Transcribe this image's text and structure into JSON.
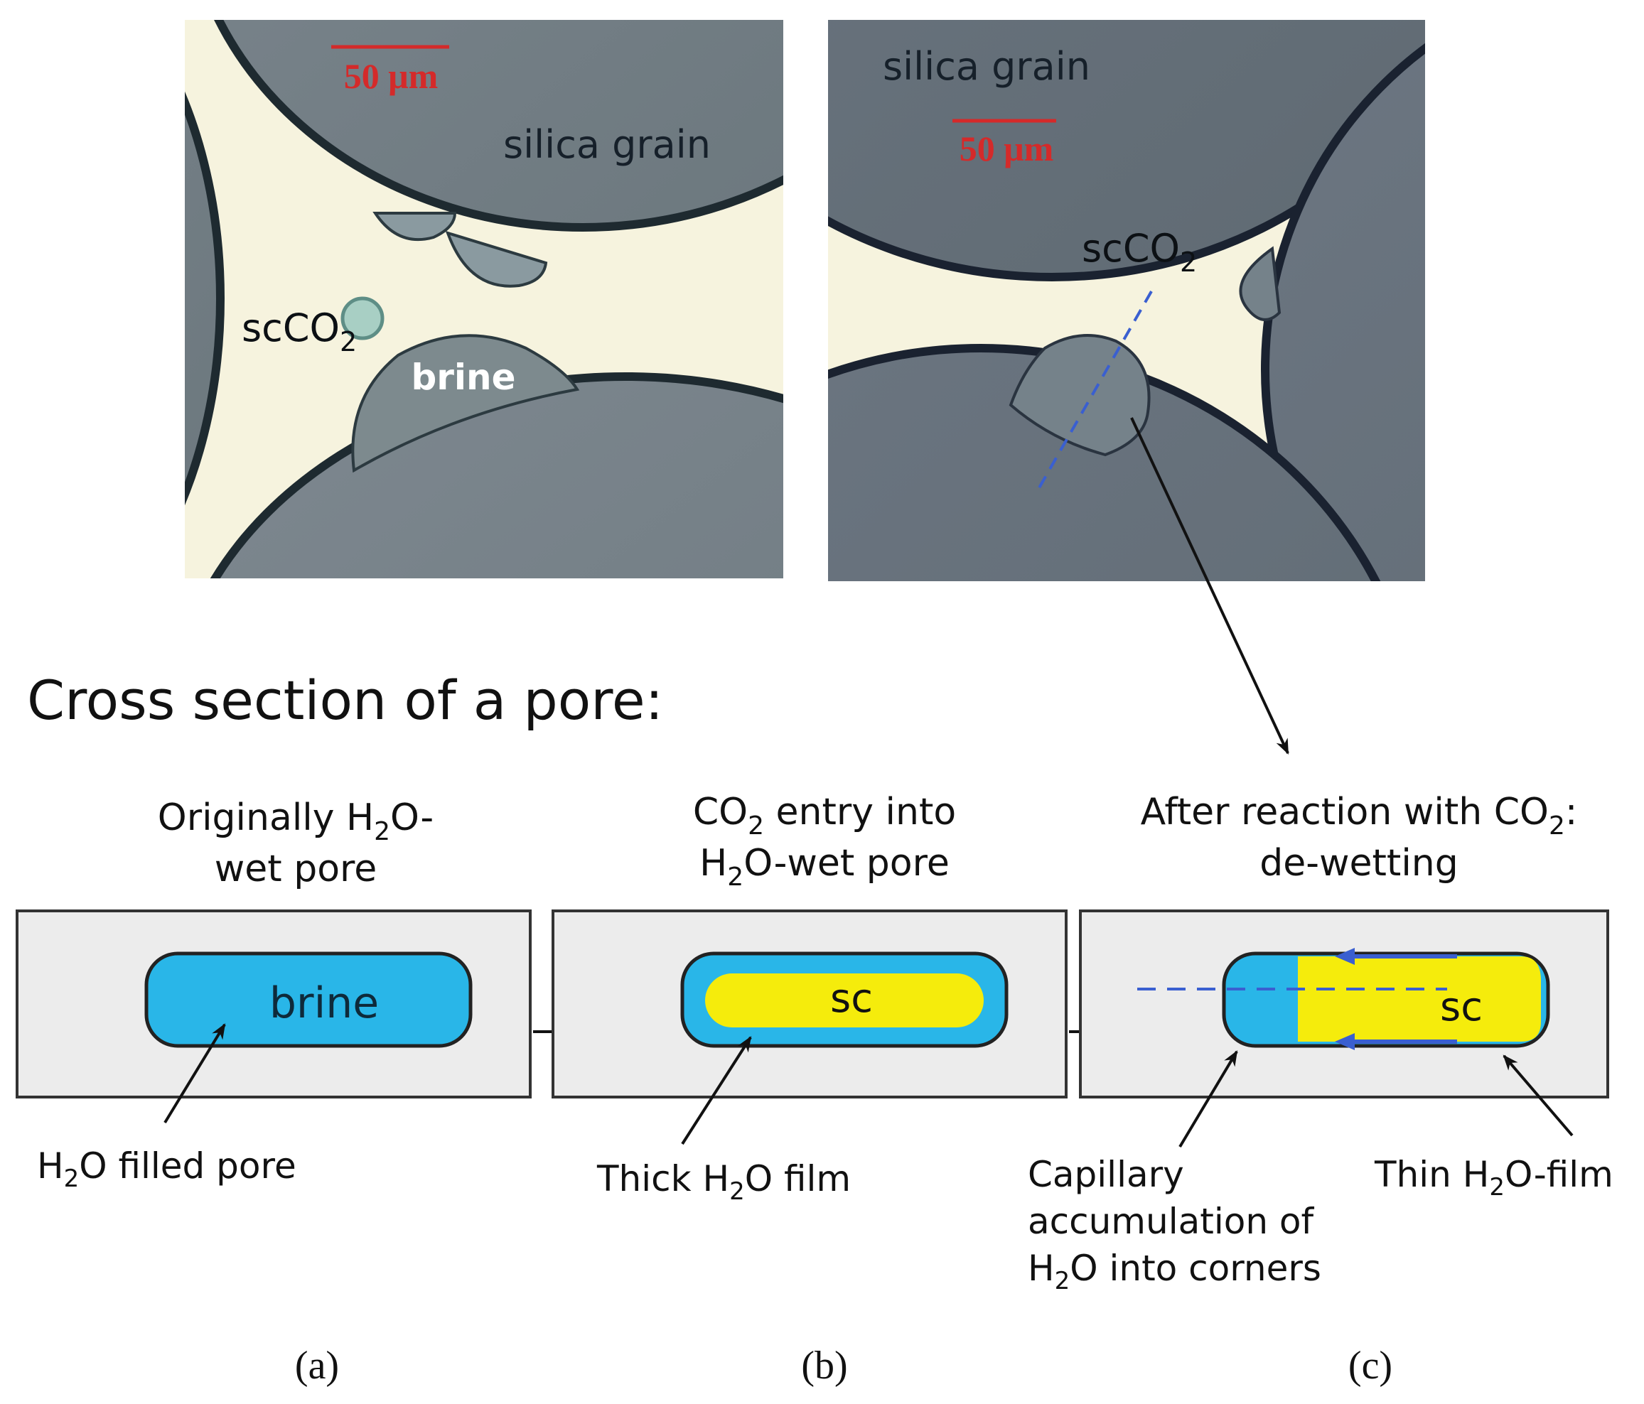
{
  "micrographs": {
    "left": {
      "scale_bar": "50 μm",
      "grain_label": "silica grain",
      "co2_label_main": "scCO",
      "co2_label_sub": "2",
      "brine_label": "brine"
    },
    "right": {
      "scale_bar": "50 μm",
      "grain_label": "silica grain",
      "co2_label_main": "scCO",
      "co2_label_sub": "2"
    }
  },
  "section_heading": "Cross section of a pore:",
  "panels": [
    {
      "title_line1_a": "Originally H",
      "title_line1_sub": "2",
      "title_line1_b": "O-",
      "title_line2": "wet pore",
      "inner_label": "brine",
      "callout_a": "H",
      "callout_sub": "2",
      "callout_b": "O filled pore",
      "letter": "(a)"
    },
    {
      "title_line1_a": "CO",
      "title_line1_sub": "2",
      "title_line1_b": " entry into",
      "title_line2_a": "H",
      "title_line2_sub": "2",
      "title_line2_b": "O-wet pore",
      "inner_label": "sc",
      "callout_a": "Thick H",
      "callout_sub": "2",
      "callout_b": "O film",
      "letter": "(b)"
    },
    {
      "title_line1_a": "After reaction with CO",
      "title_line1_sub": "2",
      "title_line1_b": ":",
      "title_line2": "de-wetting",
      "inner_label": "sc",
      "callout_left_line1": "Capillary",
      "callout_left_line2": "accumulation of",
      "callout_left_line3_a": "H",
      "callout_left_line3_sub": "2",
      "callout_left_line3_b": "O into corners",
      "callout_right_a": "Thin H",
      "callout_right_sub": "2",
      "callout_right_b": "O-film",
      "letter": "(c)"
    }
  ],
  "colors": {
    "brine_blue": "#29b6e8",
    "sc_yellow": "#f5ec0c",
    "box_gray": "#ececec",
    "grain_gray": "#6f7a80",
    "pore_cream": "#f6f3de",
    "scale_red": "#d42a2a",
    "dash_blue": "#3a5fd0"
  }
}
